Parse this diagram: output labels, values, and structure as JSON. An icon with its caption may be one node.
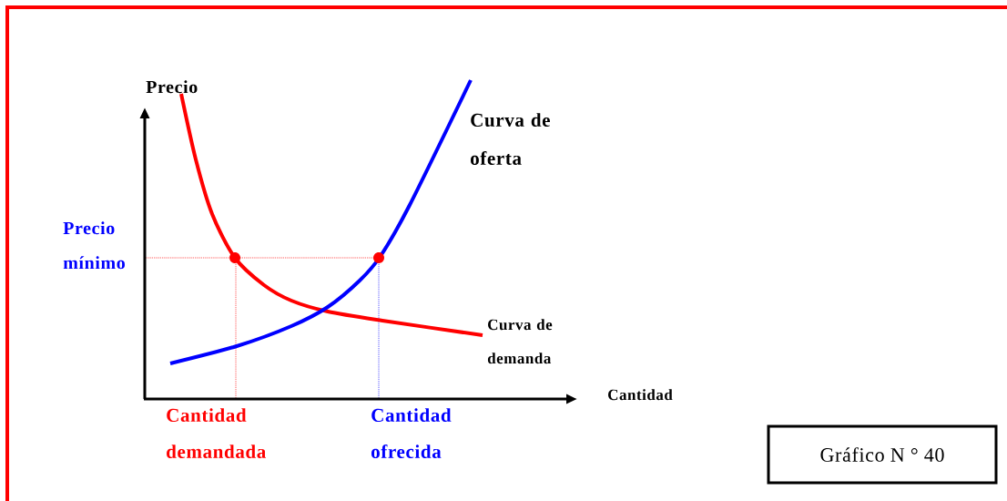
{
  "diagram": {
    "nodes": [
      {
        "text": [
          "Gráfico N ° 40"
        ]
      }
    ],
    "labels": [
      "Precio",
      "Curva de oferta",
      "Precio mínimo",
      "Curva de demanda",
      "Cantidad",
      "Cantidad demandada",
      "Cantidad ofrecida"
    ]
  }
}
